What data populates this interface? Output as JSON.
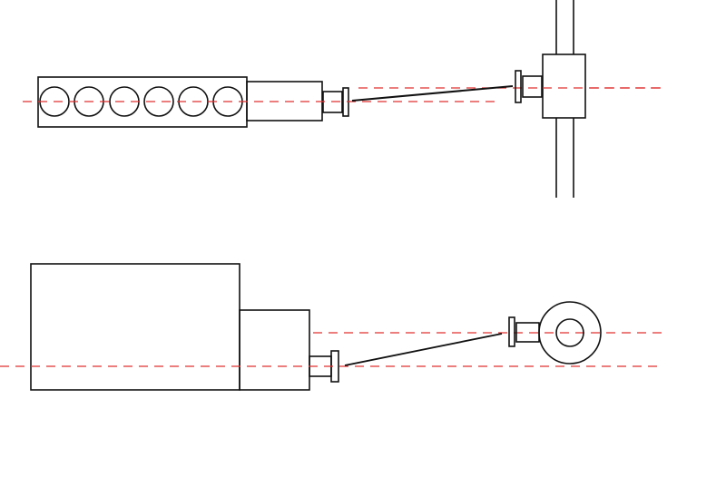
{
  "diagram": {
    "views": [
      {
        "name": "top-view",
        "components": [
          "engine",
          "transmission",
          "output-yoke",
          "driveshaft",
          "pinion-yoke",
          "rear-axle"
        ]
      },
      {
        "name": "side-view",
        "components": [
          "engine",
          "transmission",
          "output-yoke",
          "driveshaft",
          "pinion-yoke",
          "rear-axle"
        ]
      }
    ],
    "colors": {
      "outline": "#111111",
      "centerline": "#e03030"
    }
  }
}
